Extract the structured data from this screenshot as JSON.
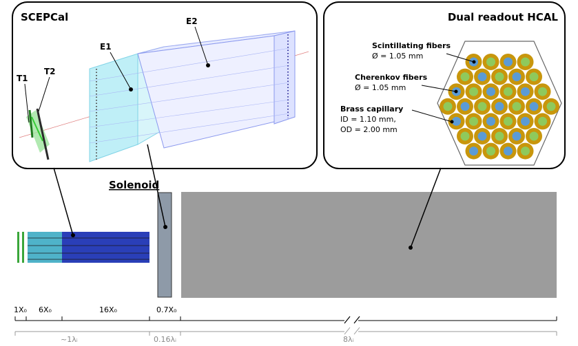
{
  "scepcal_panel": {
    "title": "SCEPCal",
    "labels": {
      "t1": "T1",
      "t2": "T2",
      "e1": "E1",
      "e2": "E2"
    }
  },
  "hcal_panel": {
    "title": "Dual readout HCAL",
    "callouts": [
      {
        "lines": [
          "Scintillating fibers",
          "Ø = 1.05 mm"
        ]
      },
      {
        "lines": [
          "Cherenkov fibers",
          "Ø = 1.05 mm"
        ]
      },
      {
        "lines": [
          "Brass capillary",
          "ID = 1.10 mm,",
          "OD = 2.00 mm"
        ]
      }
    ],
    "colors": {
      "capillary": "#c8960c",
      "scintillating": "#8fc95c",
      "cherenkov": "#5b9bd5"
    }
  },
  "solenoid_label": "Solenoid",
  "radiation_lengths": [
    "1X₀",
    "6X₀",
    "16X₀",
    "0.7X₀"
  ],
  "interaction_lengths": [
    "~1λᵢ",
    "0.16λᵢ",
    "8λᵢ"
  ],
  "colors": {
    "timing_layer": "#3aa63a",
    "e1_block": "#4fb3c9",
    "e2_block": "#2a3fb8",
    "solenoid": "#8e9aa8",
    "hcal_block": "#9c9c9c"
  }
}
